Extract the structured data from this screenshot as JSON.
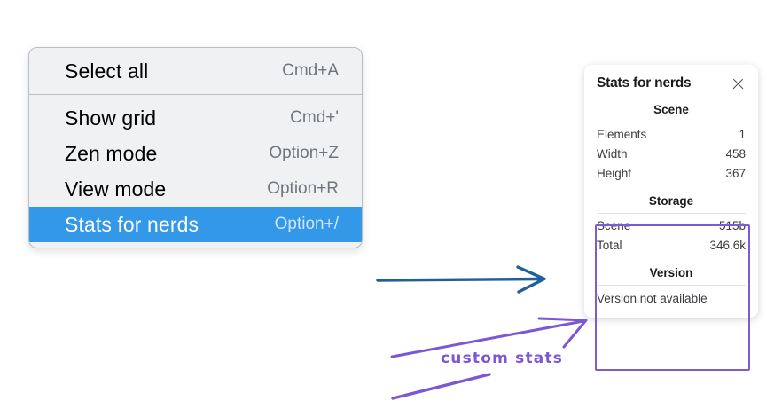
{
  "colors": {
    "menu_bg": "#f0f1f3",
    "menu_border": "#b8bfc8",
    "menu_selected_bg": "#3398e8",
    "menu_selected_text": "#ffffff",
    "shortcut_text": "#70767d",
    "panel_bg": "#ffffff",
    "annotation_purple": "#7f5ad6",
    "annotation_blue": "#1f5f9e"
  },
  "context_menu": {
    "sections": [
      {
        "items": [
          {
            "label": "Select all",
            "shortcut": "Cmd+A",
            "selected": false
          }
        ]
      },
      {
        "items": [
          {
            "label": "Show grid",
            "shortcut": "Cmd+'",
            "selected": false
          },
          {
            "label": "Zen mode",
            "shortcut": "Option+Z",
            "selected": false
          },
          {
            "label": "View mode",
            "shortcut": "Option+R",
            "selected": false
          },
          {
            "label": "Stats for nerds",
            "shortcut": "Option+/",
            "selected": true
          }
        ]
      }
    ]
  },
  "stats_panel": {
    "title": "Stats for nerds",
    "close_icon": "close-icon",
    "sections": [
      {
        "title": "Scene",
        "rows": [
          {
            "key": "Elements",
            "value": "1"
          },
          {
            "key": "Width",
            "value": "458"
          },
          {
            "key": "Height",
            "value": "367"
          }
        ]
      },
      {
        "title": "Storage",
        "rows": [
          {
            "key": "Scene",
            "value": "515b"
          },
          {
            "key": "Total",
            "value": "346.6k"
          }
        ]
      },
      {
        "title": "Version",
        "single": "Version not available"
      }
    ]
  },
  "annotations": {
    "custom_stats_label": "custom stats",
    "blue_arrow_name": "blue-arrow-icon",
    "purple_arrow_name": "purple-arrow-icon",
    "purple_underline_name": "purple-underline-stroke"
  }
}
